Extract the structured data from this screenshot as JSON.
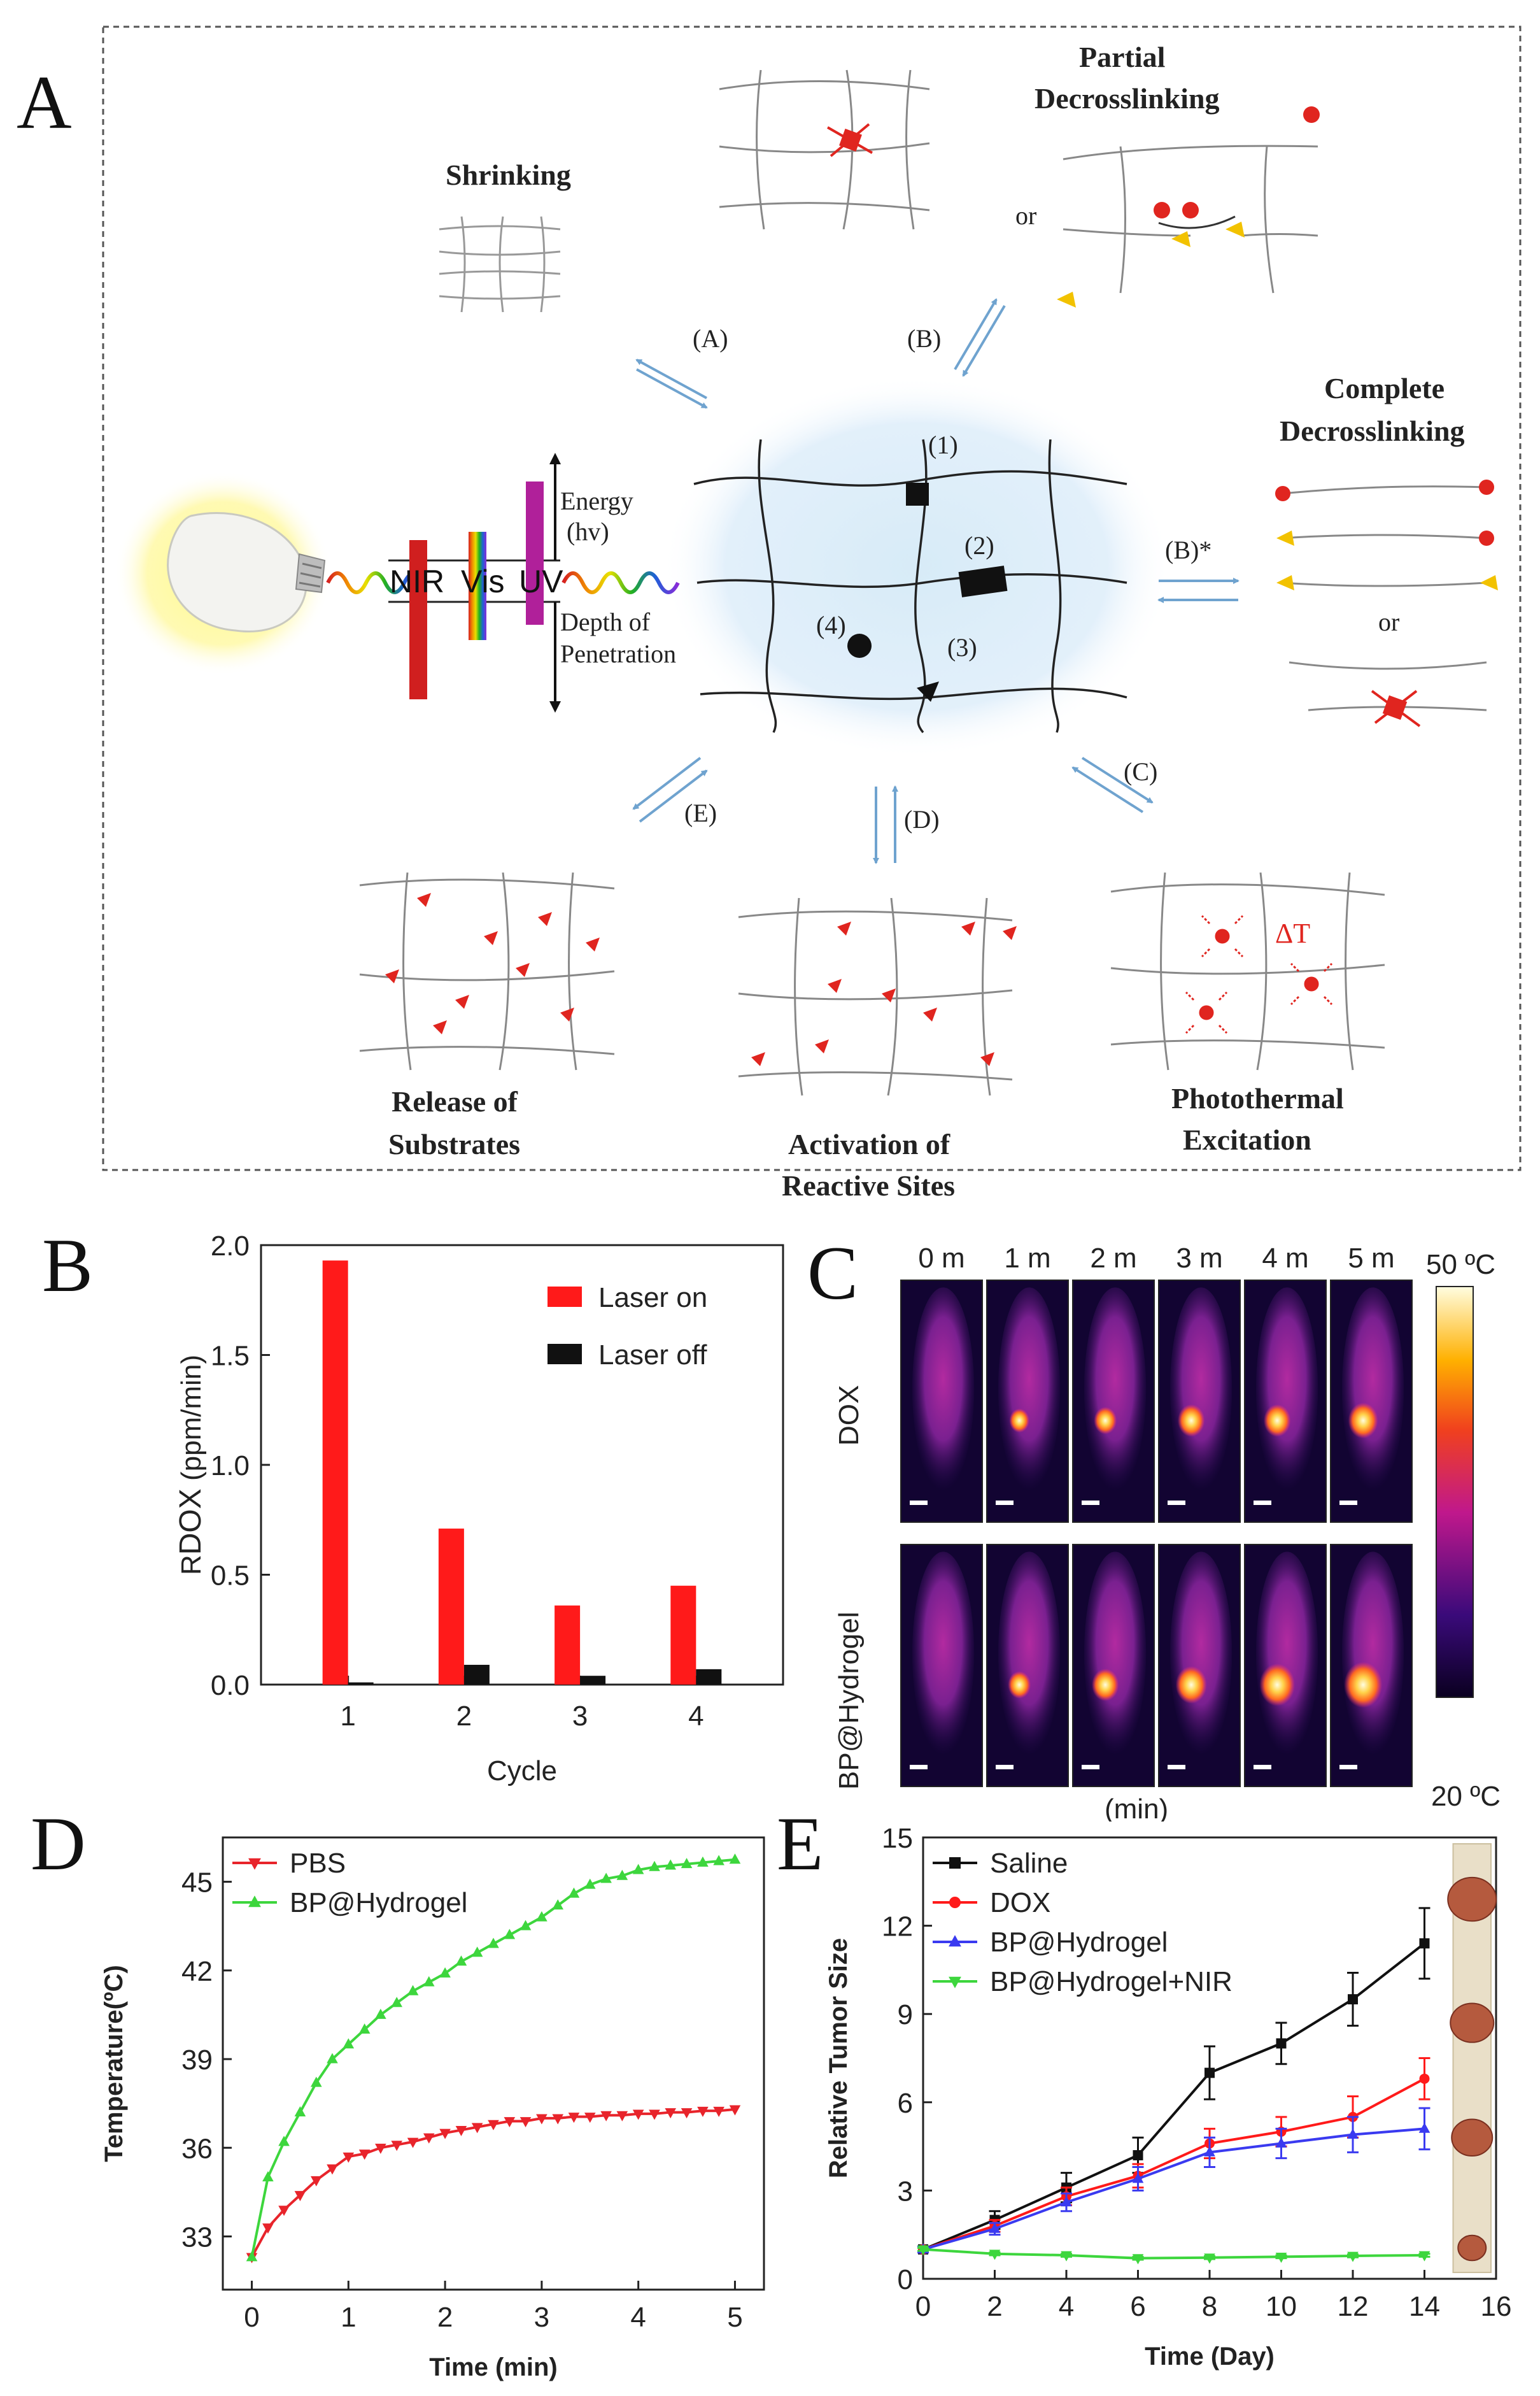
{
  "panel_labels": {
    "A": "A",
    "B": "B",
    "C": "C",
    "D": "D",
    "E": "E"
  },
  "panel_a": {
    "titles": {
      "shrinking": "Shrinking",
      "partial_1": "Partial",
      "partial_2": "Decrosslinking",
      "complete_1": "Complete",
      "complete_2": "Decrosslinking",
      "release_1": "Release of",
      "release_2": "Substrates",
      "activation_1": "Activation of",
      "activation_2": "Reactive Sites",
      "photo_1": "Photothermal",
      "photo_2": "Excitation"
    },
    "paths": {
      "A": "(A)",
      "B": "(B)",
      "Bstar": "(B)*",
      "C": "(C)",
      "D": "(D)",
      "E": "(E)"
    },
    "sites": {
      "s1": "(1)",
      "s2": "(2)",
      "s3": "(3)",
      "s4": "(4)"
    },
    "or_text": "or",
    "delta_t": "ΔT",
    "spectrum": {
      "nir": "NIR",
      "vis": "Vis",
      "uv": "UV"
    },
    "energy_1": "Energy",
    "energy_2": "(hv)",
    "depth_1": "Depth of",
    "depth_2": "Penetration"
  },
  "chart_b": {
    "type": "bar",
    "categories": [
      "1",
      "2",
      "3",
      "4"
    ],
    "series": [
      {
        "name": "Laser on",
        "color": "#ff1a1a",
        "values": [
          1.93,
          0.71,
          0.36,
          0.45
        ]
      },
      {
        "name": "Laser off",
        "color": "#111111",
        "values": [
          0.01,
          0.09,
          0.04,
          0.07
        ]
      }
    ],
    "xlabel": "Cycle",
    "ylabel_main": "R",
    "ylabel_sub": "DOX",
    "ylabel_unit": " (ppm/min)",
    "ylim": [
      0,
      2.0
    ],
    "yticks": [
      "0.0",
      "0.5",
      "1.0",
      "1.5",
      "2.0"
    ]
  },
  "panel_c": {
    "times": [
      "0 m",
      "1 m",
      "2 m",
      "3 m",
      "4 m",
      "5 m"
    ],
    "rows": [
      "DOX",
      "BP@Hydrogel"
    ],
    "hotspot_dox": [
      0,
      0.35,
      0.45,
      0.6,
      0.6,
      0.7
    ],
    "hotspot_bp": [
      0,
      0.45,
      0.6,
      0.75,
      0.9,
      1.0
    ],
    "scale_max": "50 ºC",
    "scale_min": "20 ºC",
    "partial_text": "(min)"
  },
  "chart_d": {
    "type": "line",
    "xlabel": "Time (min)",
    "ylabel": "Temperature(ºC)",
    "xlim": [
      -0.3,
      5.3
    ],
    "ylim": [
      31.2,
      46.5
    ],
    "xticks": [
      "0",
      "1",
      "2",
      "3",
      "4",
      "5"
    ],
    "yticks": [
      "33",
      "36",
      "39",
      "42",
      "45"
    ],
    "series": [
      {
        "name": "PBS",
        "color": "#e8242b",
        "marker": "tri-down",
        "x": [
          0,
          0.167,
          0.333,
          0.5,
          0.667,
          0.833,
          1,
          1.167,
          1.333,
          1.5,
          1.667,
          1.833,
          2,
          2.167,
          2.333,
          2.5,
          2.667,
          2.833,
          3,
          3.167,
          3.333,
          3.5,
          3.667,
          3.833,
          4,
          4.167,
          4.333,
          4.5,
          4.667,
          4.833,
          5
        ],
        "y": [
          32.3,
          33.3,
          33.9,
          34.4,
          34.9,
          35.3,
          35.7,
          35.8,
          36.0,
          36.1,
          36.2,
          36.35,
          36.5,
          36.6,
          36.7,
          36.8,
          36.9,
          36.9,
          37.0,
          37.0,
          37.05,
          37.05,
          37.1,
          37.1,
          37.15,
          37.15,
          37.2,
          37.2,
          37.25,
          37.25,
          37.3
        ]
      },
      {
        "name": "BP@Hydrogel",
        "color": "#3dd63d",
        "marker": "tri-up",
        "x": [
          0,
          0.167,
          0.333,
          0.5,
          0.667,
          0.833,
          1,
          1.167,
          1.333,
          1.5,
          1.667,
          1.833,
          2,
          2.167,
          2.333,
          2.5,
          2.667,
          2.833,
          3,
          3.167,
          3.333,
          3.5,
          3.667,
          3.833,
          4,
          4.167,
          4.333,
          4.5,
          4.667,
          4.833,
          5
        ],
        "y": [
          32.3,
          35.0,
          36.2,
          37.2,
          38.2,
          39.0,
          39.5,
          40.0,
          40.5,
          40.9,
          41.3,
          41.6,
          41.9,
          42.3,
          42.6,
          42.9,
          43.2,
          43.5,
          43.8,
          44.2,
          44.6,
          44.9,
          45.1,
          45.2,
          45.4,
          45.5,
          45.55,
          45.6,
          45.65,
          45.7,
          45.75
        ]
      }
    ]
  },
  "chart_e": {
    "type": "line",
    "xlabel": "Time (Day)",
    "ylabel": "Relative Tumor Size",
    "xlim": [
      0,
      16
    ],
    "ylim": [
      0,
      15
    ],
    "xticks": [
      "0",
      "2",
      "4",
      "6",
      "8",
      "10",
      "12",
      "14",
      "16"
    ],
    "yticks": [
      "0",
      "3",
      "6",
      "9",
      "12",
      "15"
    ],
    "series": [
      {
        "name": "Saline",
        "color": "#111111",
        "marker": "square",
        "x": [
          0,
          2,
          4,
          6,
          8,
          10,
          12,
          14
        ],
        "y": [
          1.0,
          2.0,
          3.1,
          4.2,
          7.0,
          8.0,
          9.5,
          11.4
        ],
        "err": [
          0.1,
          0.3,
          0.5,
          0.6,
          0.9,
          0.7,
          0.9,
          1.2
        ]
      },
      {
        "name": "DOX",
        "color": "#ff1a1a",
        "marker": "circle",
        "x": [
          0,
          2,
          4,
          6,
          8,
          10,
          12,
          14
        ],
        "y": [
          1.0,
          1.8,
          2.8,
          3.5,
          4.6,
          5.0,
          5.5,
          6.8
        ],
        "err": [
          0.1,
          0.2,
          0.3,
          0.4,
          0.5,
          0.5,
          0.7,
          0.7
        ]
      },
      {
        "name": "BP@Hydrogel",
        "color": "#3a3af0",
        "marker": "tri-up",
        "x": [
          0,
          2,
          4,
          6,
          8,
          10,
          12,
          14
        ],
        "y": [
          1.0,
          1.7,
          2.6,
          3.4,
          4.3,
          4.6,
          4.9,
          5.1
        ],
        "err": [
          0.1,
          0.2,
          0.3,
          0.4,
          0.5,
          0.5,
          0.6,
          0.7
        ]
      },
      {
        "name": "BP@Hydrogel+NIR",
        "color": "#3dd63d",
        "marker": "tri-down",
        "x": [
          0,
          2,
          4,
          6,
          8,
          10,
          12,
          14
        ],
        "y": [
          1.0,
          0.85,
          0.8,
          0.7,
          0.72,
          0.75,
          0.78,
          0.8
        ],
        "err": [
          0.05,
          0.05,
          0.05,
          0.05,
          0.05,
          0.05,
          0.05,
          0.05
        ]
      }
    ]
  }
}
